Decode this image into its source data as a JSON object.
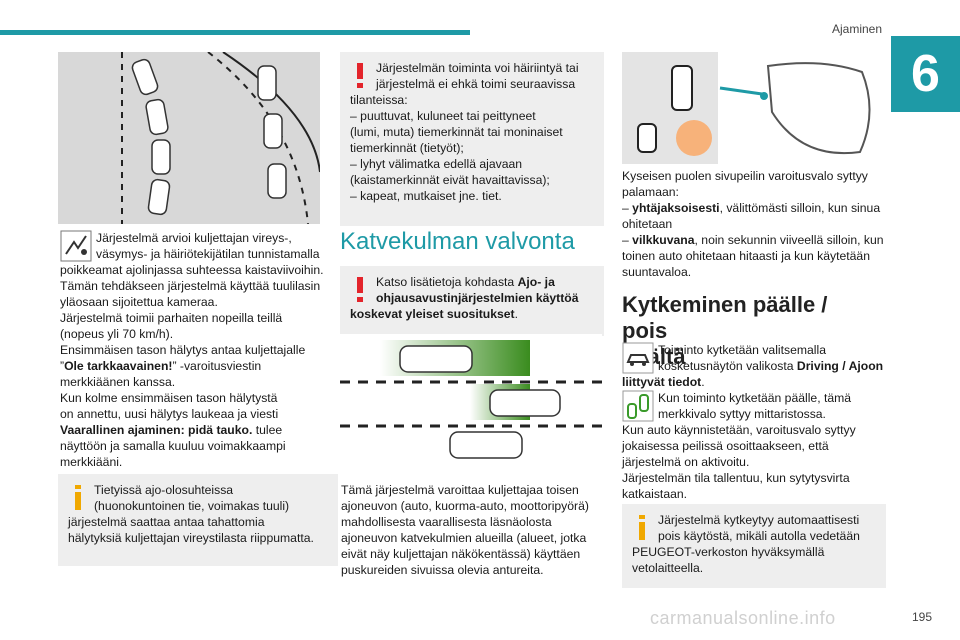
{
  "header": {
    "section_title": "Ajaminen",
    "chapter_number": "6"
  },
  "page_number": "195",
  "watermark": "carmanualsonline.info",
  "col1": {
    "lane_text_lines": [
      "Järjestelmä arvioi kuljettajan vireys-,",
      "väsymys- ja häiriötekijätilan tunnistamalla",
      "poikkeamat ajolinjassa suhteessa kaistaviivoihin.",
      "Tämän tehdäkseen järjestelmä käyttää tuulilasin",
      "yläosaan sijoitettua kameraa.",
      "Järjestelmä toimii parhaiten nopeilla teillä",
      "(nopeus yli 70 km/h).",
      "Ensimmäisen tason hälytys antaa kuljettajalle"
    ],
    "alert1_prefix": "”",
    "alert1_bold": "Ole tarkkaavainen!",
    "alert1_suffix": "” -varoitusviestin",
    "alert1_cont": "merkkiäänen kanssa.",
    "alert2_lines": [
      "Kun kolme ensimmäisen tason hälytystä",
      "on annettu, uusi hälytys laukeaa ja viesti"
    ],
    "alert2_bold": "Vaarallinen ajaminen: pidä tauko.",
    "alert2_suffix": " tulee",
    "alert2_tail": [
      "näyttöön ja samalla kuuluu voimakkaampi",
      "merkkiääni."
    ],
    "info_note_lines": [
      "Tietyissä ajo-olosuhteissa",
      "(huonokuntoinen tie, voimakas tuuli)",
      "järjestelmä saattaa antaa tahattomia",
      "hälytyksiä kuljettajan vireystilasta riippumatta."
    ]
  },
  "col2": {
    "warning_lines": [
      "Järjestelmän toiminta voi häiriintyä tai",
      "järjestelmä ei ehkä toimi seuraavissa",
      "tilanteissa:",
      "–  puuttuvat, kuluneet tai peittyneet",
      "(lumi, muta) tiemerkinnät tai moninaiset",
      "tiemerkinnät (tietyöt);",
      "–  lyhyt välimatka edellä ajavaan",
      "(kaistamerkinnät eivät havaittavissa);",
      "–  kapeat, mutkaiset jne. tiet."
    ],
    "heading": "Katvekulman valvonta",
    "ref_note_prefix": "Katso lisätietoja kohdasta ",
    "ref_note_bold1": "Ajo- ja",
    "ref_note_bold2": "ohjausavustinjärjestelmien käyttöä",
    "ref_note_bold3": "koskevat yleiset suositukset",
    "ref_note_end": ".",
    "body_lines": [
      "Tämä järjestelmä varoittaa kuljettajaa toisen",
      "ajoneuvon (auto, kuorma-auto, moottoripyörä)",
      "mahdollisesta vaarallisesta läsnäolosta",
      "ajoneuvon katvekulmien alueilla (alueet, jotka",
      "eivät näy kuljettajan näkökentässä) käyttäen",
      "puskureiden sivuissa olevia antureita."
    ]
  },
  "col3": {
    "mirror_text_lines": [
      "Kyseisen puolen sivupeilin varoitusvalo syttyy",
      "palamaan:"
    ],
    "item1_dash": "–  ",
    "item1_bold": "yhtäjaksoisesti",
    "item1_rest": ", välittömästi silloin, kun sinua",
    "item1_tail": "ohitetaan",
    "item2_dash": "–  ",
    "item2_bold": "vilkkuvana",
    "item2_rest": ", noin sekunnin viiveellä silloin, kun",
    "item2_tail": [
      "toinen auto ohitetaan hitaasti ja kun käytetään",
      "suuntavaloa."
    ],
    "heading_line1": "Kytkeminen päälle / pois",
    "heading_line2": "päältä",
    "icon1_line1": "Toiminto kytketään valitsemalla",
    "icon1_line2_prefix": "kosketusnäytön valikosta ",
    "icon1_line2_bold": "Driving / Ajoon",
    "icon1_line3_bold": "liittyvät tiedot",
    "icon1_line3_end": ".",
    "icon2_lines": [
      "Kun toiminto kytketään päälle, tämä",
      "merkkivalo syttyy mittaristossa."
    ],
    "start_lines": [
      "Kun auto käynnistetään, varoitusvalo syttyy",
      "jokaisessa peilissä osoittaakseen, että",
      "järjestelmä on aktivoitu.",
      "Järjestelmän tila tallentuu, kun sytytysvirta",
      "katkaistaan."
    ],
    "info_note_lines": [
      "Järjestelmä kytkeytyy automaattisesti",
      "pois käytöstä, mikäli autolla vedetään",
      "PEUGEOT-verkoston hyväksymällä",
      "vetolaitteella."
    ]
  },
  "colors": {
    "accent": "#1e9aa6",
    "warning": "#e3242b",
    "info": "#f0a800",
    "note_bg": "#eeeeee"
  }
}
